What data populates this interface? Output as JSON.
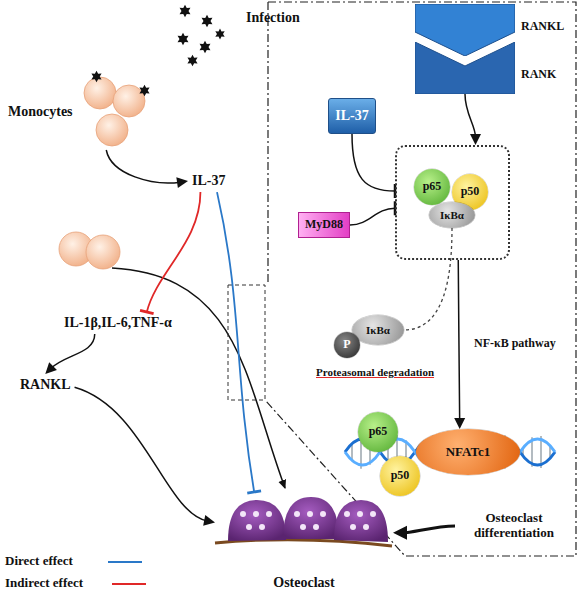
{
  "diagram": {
    "nodes": [
      {
        "text": [
          "Monocytes"
        ]
      },
      {
        "text": [
          "IL-37"
        ]
      },
      {
        "text": [
          "IL-1β,IL-6,TNF-α"
        ]
      },
      {
        "text": [
          "RANKL"
        ]
      },
      {
        "text": [
          "Osteoclast"
        ]
      },
      {
        "text": [
          "IL-37"
        ]
      },
      {
        "text": [
          "RANKL"
        ]
      },
      {
        "text": [
          "RANK"
        ]
      },
      {
        "text": [
          "MyD88"
        ]
      },
      {
        "text": [
          "NF-κB pathway"
        ]
      },
      {
        "text": [
          "p65"
        ],
        "in": 9
      },
      {
        "text": [
          "p50"
        ],
        "in": 9
      },
      {
        "text": [
          "IκBα"
        ],
        "in": 9
      },
      {
        "text": [
          "IκBα"
        ]
      },
      {
        "text": [
          "P"
        ]
      },
      {
        "text": [
          "p65"
        ]
      },
      {
        "text": [
          "NFATc1"
        ]
      },
      {
        "text": [
          "p50"
        ]
      },
      {
        "text": [
          "Osteoclast differentiation"
        ]
      }
    ],
    "edges": [
      {
        "from": 0,
        "to": 1,
        "arrow": "to"
      },
      {
        "from": 1,
        "to": 2,
        "arrow": "to"
      },
      {
        "from": 1,
        "to": 4,
        "arrow": "to"
      },
      {
        "from": 2,
        "to": 3,
        "arrow": "to"
      },
      {
        "from": 3,
        "to": 4,
        "arrow": "to"
      },
      {
        "from": 5,
        "to": 9,
        "arrow": "to"
      },
      {
        "from": 8,
        "to": 9,
        "arrow": "to"
      },
      {
        "from": 7,
        "to": 9,
        "arrow": "to"
      },
      {
        "from": 12,
        "to": 13,
        "arrow": "none"
      },
      {
        "from": 9,
        "to": 16,
        "arrow": "to"
      },
      {
        "from": 18,
        "to": 4,
        "arrow": "to"
      }
    ],
    "labels": [
      "Infection",
      "Proteasomal degradation"
    ],
    "legend": [
      {
        "text": "Direct effect"
      },
      {
        "text": "Indirect effect"
      }
    ]
  }
}
